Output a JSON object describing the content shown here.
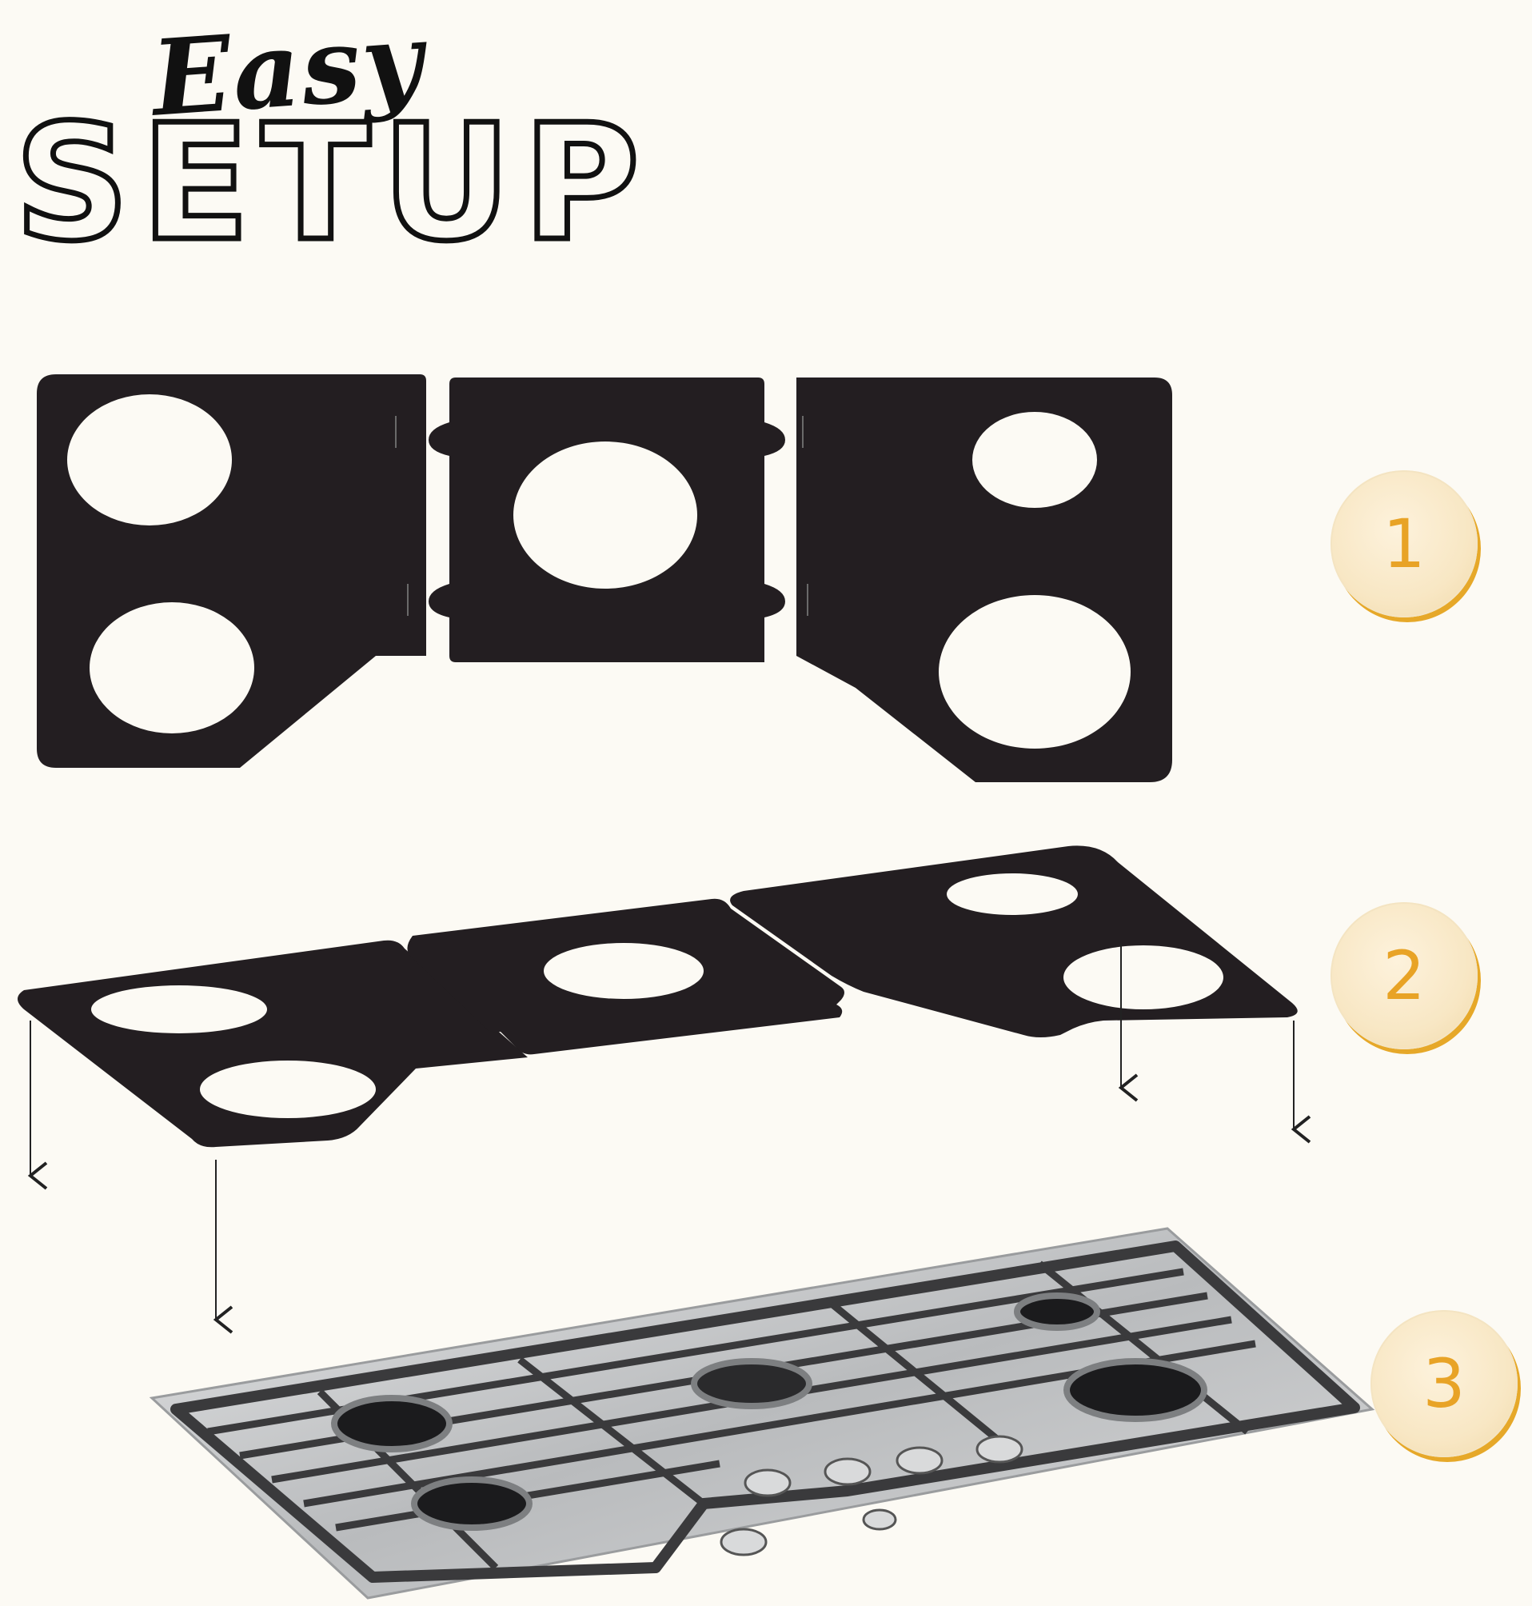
{
  "title": {
    "line1": "Easy",
    "line2": "SETUP"
  },
  "steps": [
    {
      "number": "1"
    },
    {
      "number": "2"
    },
    {
      "number": "3"
    }
  ],
  "colors": {
    "background": "#fcfaf4",
    "mat": "#231e21",
    "accent": "#e8a326",
    "badge_fill": "#f8e7c4",
    "steel": "#c9cbcc"
  },
  "icons": [
    "down-arrow-icon",
    "control-knob-icon",
    "burner-icon"
  ]
}
